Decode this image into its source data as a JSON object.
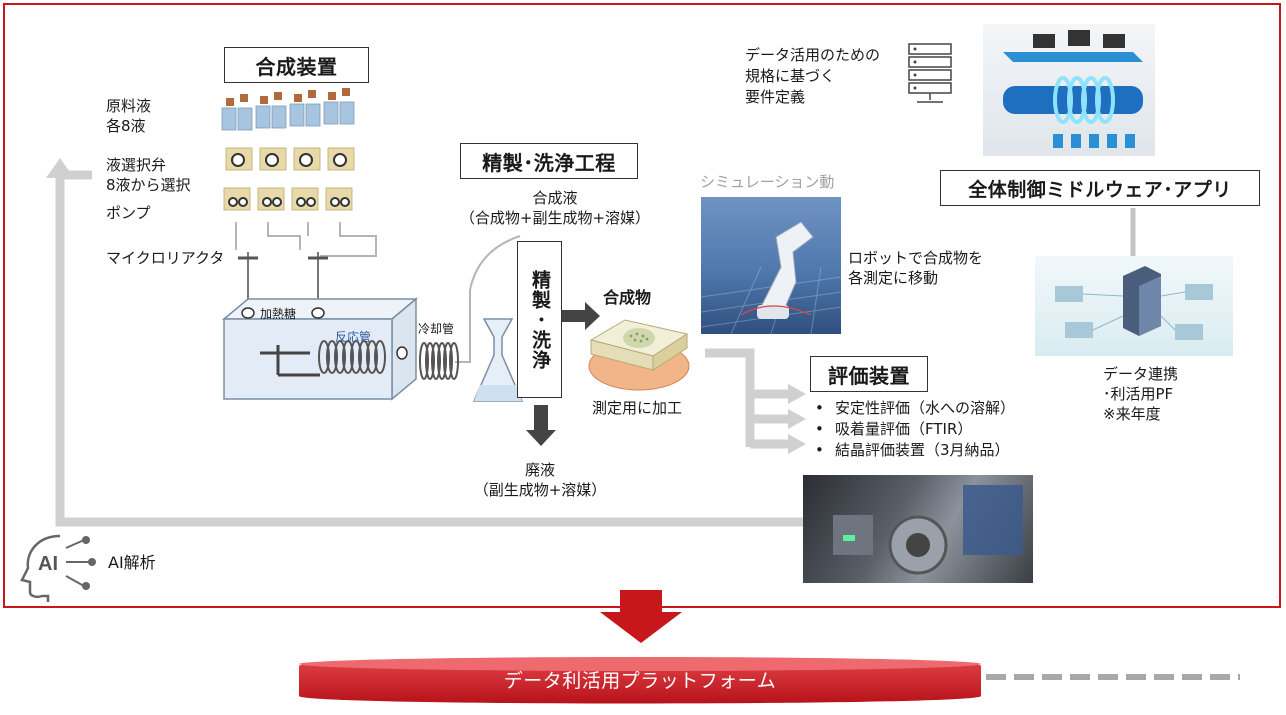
{
  "synthesis": {
    "title": "合成装置",
    "raw_liquid": [
      "原料液",
      "各8液"
    ],
    "valve": [
      "液選択弁",
      "8液から選択"
    ],
    "pump": "ポンプ",
    "microreactor": "マイクロリアクタ",
    "heating_tank": "加熱糖",
    "reaction_tube": "反応管",
    "cooling_tube": "冷却管"
  },
  "purification": {
    "title": "精製･洗浄工程",
    "synth_liquid": [
      "合成液",
      "（合成物+副生成物+溶媒）"
    ],
    "vertical_label": "精製･洗浄",
    "product": "合成物",
    "processed": "測定用に加工",
    "waste": [
      "廃液",
      "（副生成物+溶媒）"
    ]
  },
  "simulation": {
    "label": "シミュレーション動",
    "robot_caption": [
      "ロボットで合成物を",
      "各測定に移動"
    ]
  },
  "evaluation": {
    "title": "評価装置",
    "items": [
      "安定性評価（水への溶解）",
      "吸着量評価（FTIR）",
      "結晶評価装置（3月納品）"
    ]
  },
  "requirements": [
    "データ活用のための",
    "規格に基づく",
    "要件定義"
  ],
  "middleware": {
    "title": "全体制御ミドルウェア･アプリ"
  },
  "data_pf": [
    "データ連携",
    "･利活用PF",
    "※来年度"
  ],
  "ai": {
    "label": "AI解析",
    "icon_text": "AI"
  },
  "platform": {
    "label": "データ利活用プラットフォーム"
  },
  "colors": {
    "frame": "#c8161d",
    "arrow_gray": "#cfcfcf",
    "platform": "#c8161d"
  }
}
